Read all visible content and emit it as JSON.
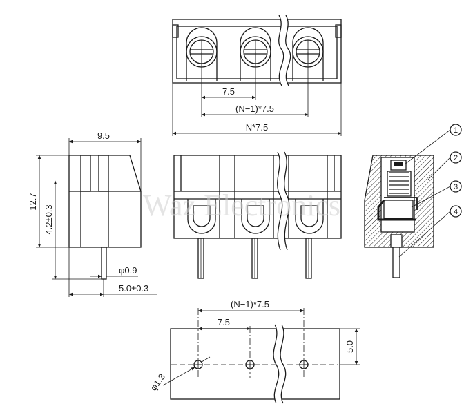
{
  "top_view": {
    "pitch_label": "7.5",
    "n_minus_1_label": "(N−1)*7.5",
    "n_label": "N*7.5"
  },
  "side_view": {
    "width_label": "9.5",
    "height_label": "12.7",
    "pin_height_label": "4.2±0.3",
    "pin_diameter_label": "φ0.9",
    "pin_offset_label": "5.0±0.3"
  },
  "section_view": {
    "callouts": [
      "1",
      "2",
      "3",
      "4"
    ]
  },
  "pcb_layout": {
    "n_minus_1_label": "(N−1)*7.5",
    "pitch_label": "7.5",
    "row_label": "5.0",
    "hole_label": "φ1.3"
  },
  "watermark": "Waz Electronics"
}
